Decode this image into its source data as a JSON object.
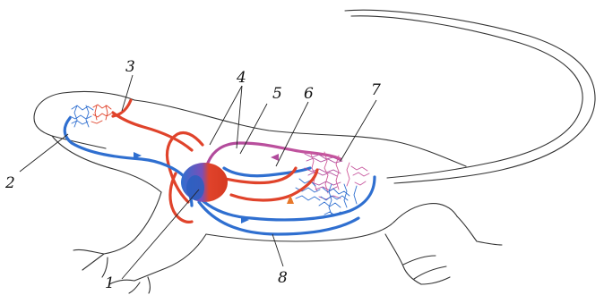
{
  "labels": {
    "l1": "1",
    "l2": "2",
    "l3": "3",
    "l4": "4",
    "l5": "5",
    "l6": "6",
    "l7": "7",
    "l8": "8"
  },
  "colors": {
    "arterial": "#e0432b",
    "venous": "#2f6fd0",
    "mixed": "#b04a9c",
    "outline": "#333333"
  }
}
